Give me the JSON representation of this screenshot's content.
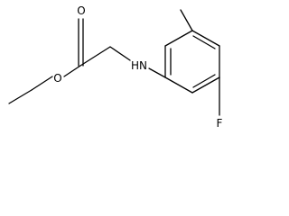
{
  "molecule": {
    "atom_labels": {
      "carbonyl_oxygen": "O",
      "ester_oxygen": "O",
      "amine": "HN",
      "fluorine": "F"
    }
  }
}
